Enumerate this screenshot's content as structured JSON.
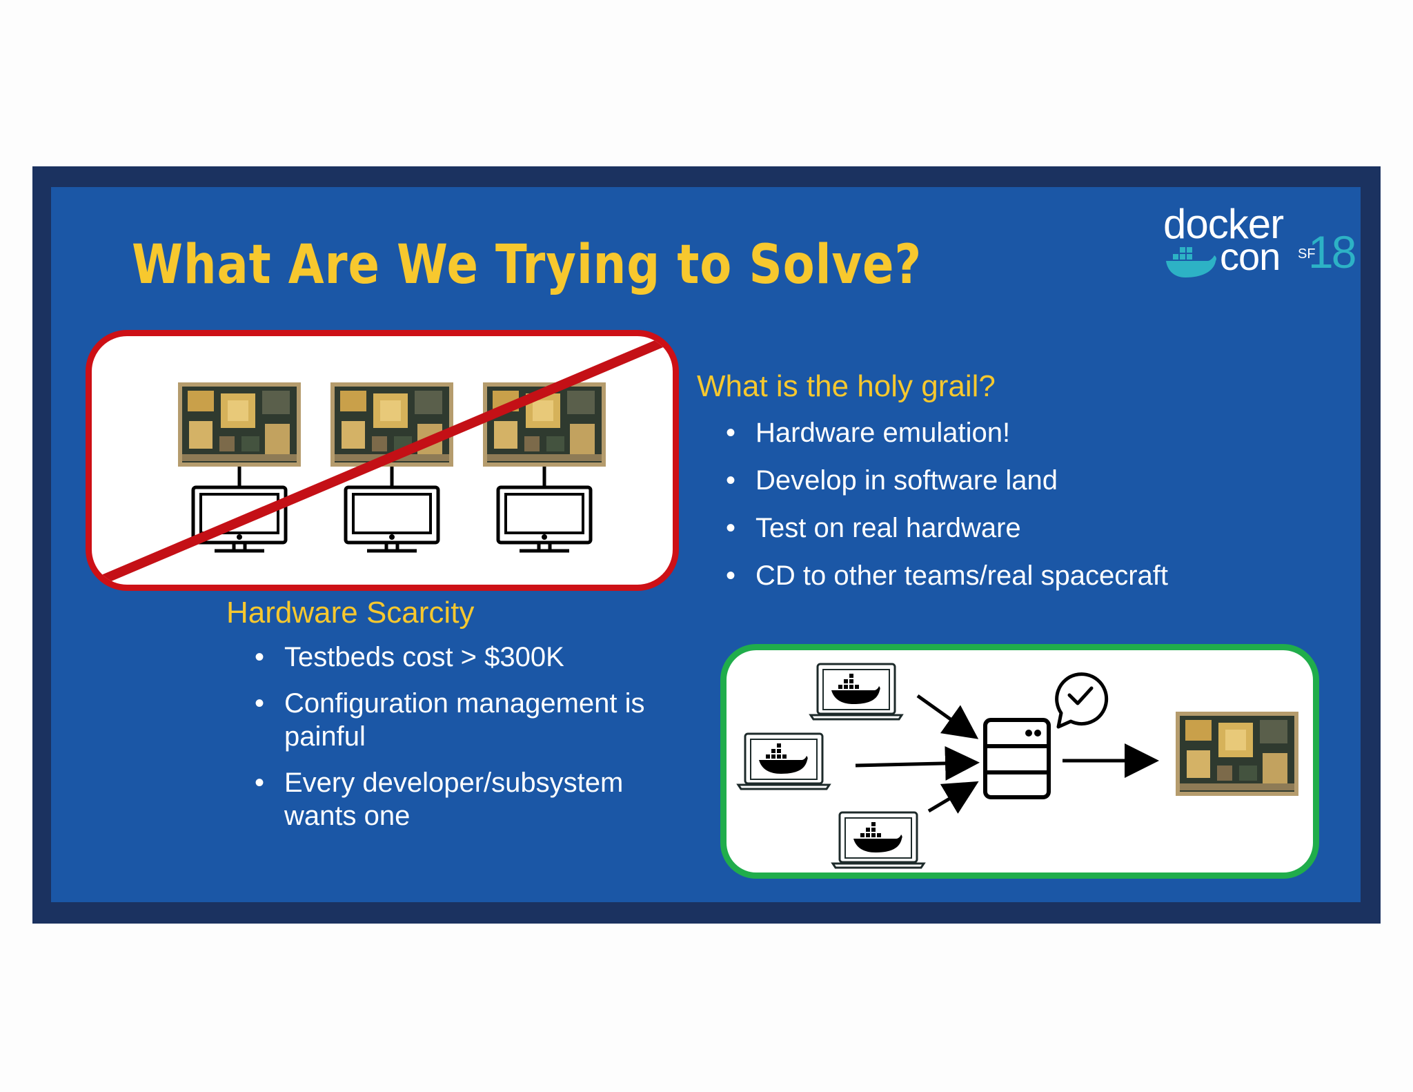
{
  "slide": {
    "title": "What Are We Trying to Solve?",
    "logo": {
      "word1": "docker",
      "word2": "con",
      "city": "SF",
      "year": "18"
    },
    "holy_grail": {
      "heading": "What is the holy grail?",
      "bullets": [
        "Hardware emulation!",
        "Develop in software land",
        "Test on real hardware",
        "CD to other teams/real spacecraft"
      ]
    },
    "scarcity": {
      "heading": "Hardware Scarcity",
      "bullets": [
        "Testbeds cost > $300K",
        "Configuration management is painful",
        "Every developer/subsystem wants one"
      ]
    },
    "bullet_glyph": "•",
    "colors": {
      "frame": "#1b3260",
      "slide": "#1b57a6",
      "accent": "#f7c82e",
      "no_symbol": "#cd1016",
      "ok_border": "#20ad4b",
      "logo_teal": "#2db2c5"
    },
    "icons": {
      "left_panel": [
        "circuit-board-icon",
        "monitor-icon",
        "prohibited-slash-icon"
      ],
      "right_panel": [
        "laptop-docker-icon",
        "arrow-icon",
        "server-icon",
        "checkmark-bubble-icon",
        "circuit-board-icon"
      ]
    }
  }
}
